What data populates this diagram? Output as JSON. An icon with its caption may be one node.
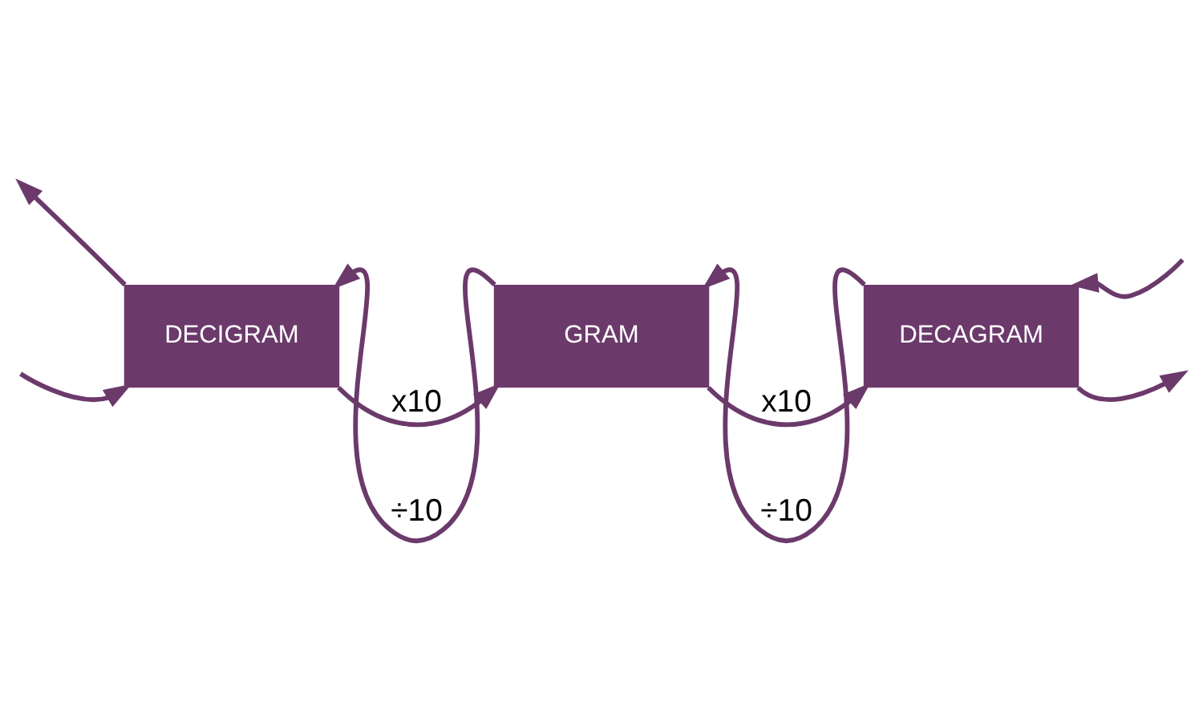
{
  "diagram": {
    "nodes": [
      {
        "text": [
          "DECIGRAM"
        ]
      },
      {
        "text": [
          "GRAM"
        ]
      },
      {
        "text": [
          "DECAGRAM"
        ]
      }
    ],
    "edges": [
      {
        "from": 0,
        "to": null,
        "arrow": "to"
      },
      {
        "from": 1,
        "to": 0,
        "arrow": "to",
        "label": "÷10"
      },
      {
        "from": 2,
        "to": 1,
        "arrow": "to",
        "label": "÷10"
      },
      {
        "from": null,
        "to": 2,
        "arrow": "to"
      },
      {
        "from": null,
        "to": 0,
        "arrow": "to"
      },
      {
        "from": 0,
        "to": 1,
        "arrow": "to",
        "label": "x10"
      },
      {
        "from": 1,
        "to": 2,
        "arrow": "to",
        "label": "x10"
      },
      {
        "from": 2,
        "to": null,
        "arrow": "to"
      }
    ]
  }
}
